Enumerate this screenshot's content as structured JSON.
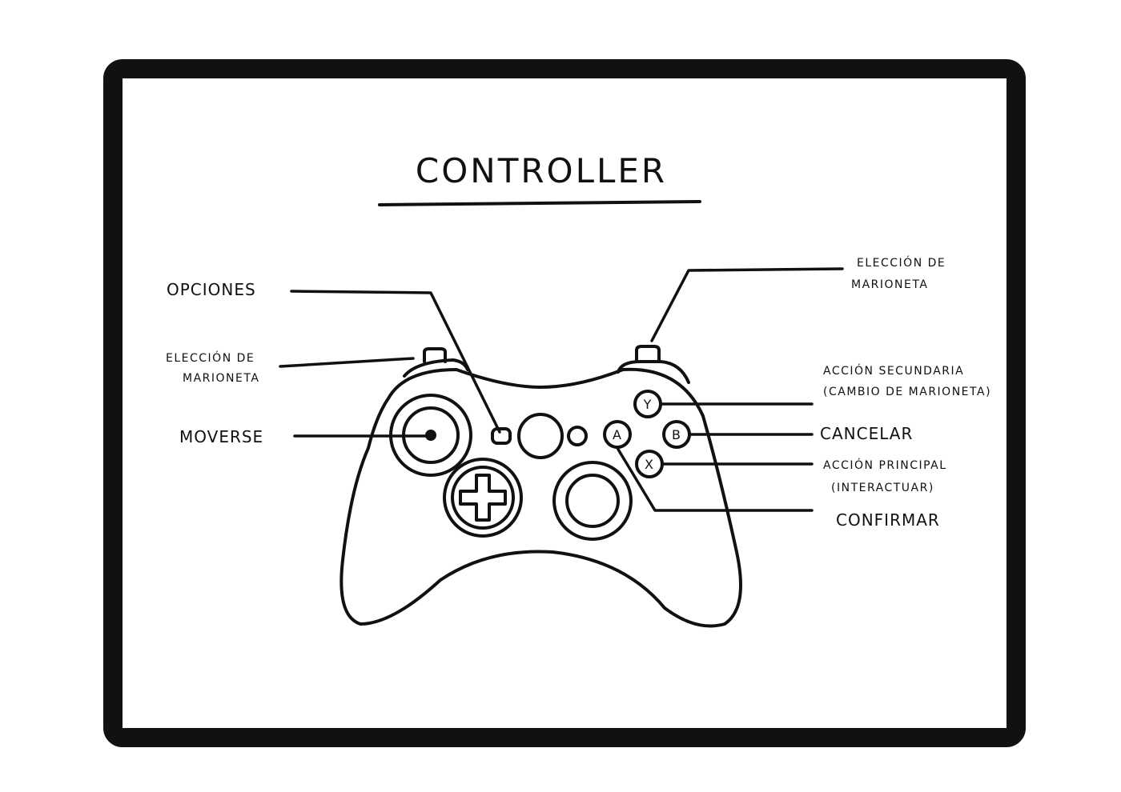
{
  "title": "CONTROLLER",
  "labels": {
    "options": "OPCIONES",
    "puppet_left_line1": "ELECCIÓN DE",
    "puppet_left_line2": "MARIONETA",
    "move": "MOVERSE",
    "puppet_right_line1": "ELECCIÓN DE",
    "puppet_right_line2": "MARIONETA",
    "secondary_line1": "ACCIÓN SECUNDARIA",
    "secondary_line2": "(CAMBIO DE MARIONETA)",
    "cancel": "CANCELAR",
    "primary_line1": "ACCIÓN PRINCIPAL",
    "primary_line2": "(INTERACTUAR)",
    "confirm": "CONFIRMAR"
  },
  "buttons": {
    "y": "Y",
    "b": "B",
    "a": "A",
    "x": "X"
  },
  "colors": {
    "ink": "#111111",
    "paper": "#ffffff"
  }
}
